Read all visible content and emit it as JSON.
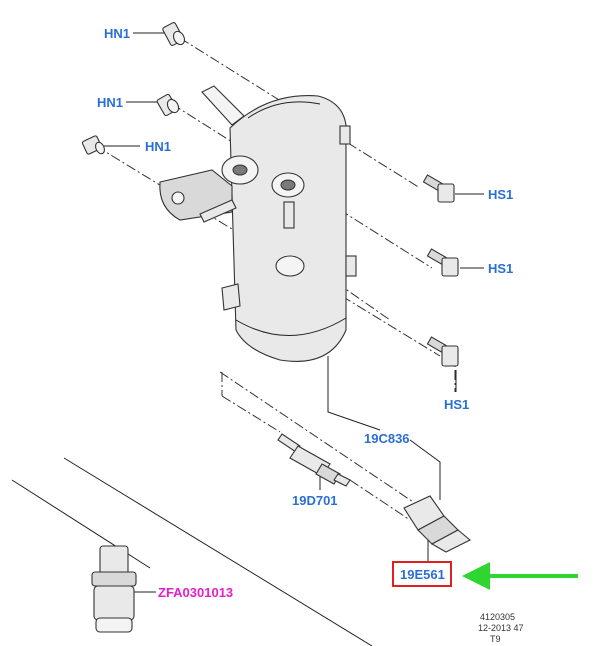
{
  "labels": {
    "hn1_top": "HN1",
    "hn1_mid": "HN1",
    "hn1_low": "HN1",
    "hs1_top": "HS1",
    "hs1_mid": "HS1",
    "hs1_low": "HS1",
    "hose": "19C836",
    "temp_sensor": "19D701",
    "pressure_switch": "19E561",
    "refrigerant": "ZFA0301013"
  },
  "footer": {
    "line1": "4120305",
    "line2": "12-2013 47",
    "line3": "T9"
  },
  "colors": {
    "label_blue": "#2a6fd6",
    "label_magenta": "#e61ec8",
    "highlight_red": "#e02020",
    "arrow_green": "#2fd62f"
  }
}
